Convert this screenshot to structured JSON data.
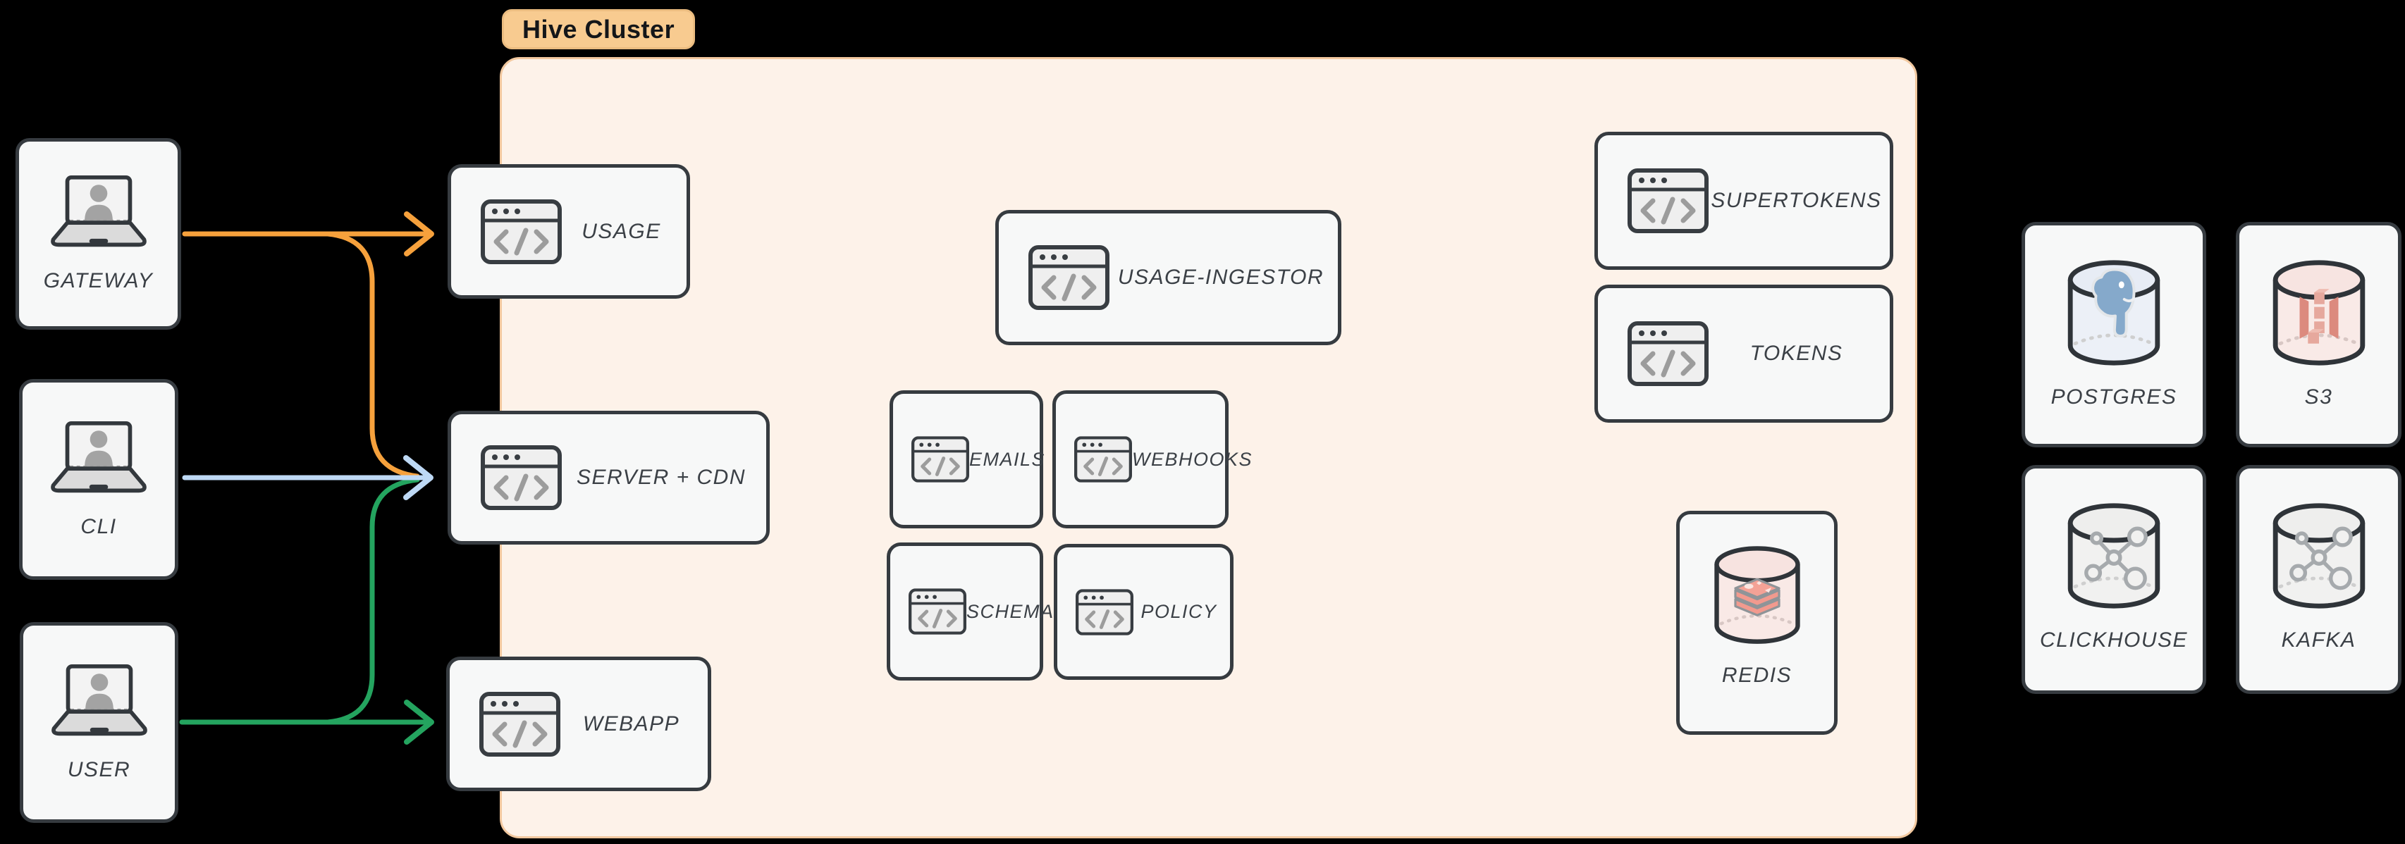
{
  "cluster": {
    "label": "Hive Cluster",
    "background": "#FDF2E9",
    "border_color": "#F2C89F",
    "tag_background": "#F8CB90",
    "tag_border": "#EBBC80"
  },
  "actors": {
    "gateway": {
      "label": "GATEWAY"
    },
    "cli": {
      "label": "CLI"
    },
    "user": {
      "label": "USER"
    }
  },
  "services": {
    "usage": {
      "label": "USAGE"
    },
    "server_cdn": {
      "label": "SERVER + CDN"
    },
    "webapp": {
      "label": "WEBAPP"
    },
    "usage_ingestor": {
      "label": "USAGE-INGESTOR"
    },
    "emails": {
      "label": "EMAILS"
    },
    "webhooks": {
      "label": "WEBHOOKS"
    },
    "schema": {
      "label": "SCHEMA"
    },
    "policy": {
      "label": "POLICY"
    },
    "supertokens": {
      "label": "SUPERTOKENS"
    },
    "tokens": {
      "label": "TOKENS"
    }
  },
  "databases": {
    "redis": {
      "label": "REDIS"
    },
    "postgres": {
      "label": "POSTGRES"
    },
    "s3": {
      "label": "S3"
    },
    "clickhouse": {
      "label": "CLICKHOUSE"
    },
    "kafka": {
      "label": "KAFKA"
    }
  },
  "edges": [
    {
      "from": "GATEWAY",
      "to": "USAGE",
      "color": "orange"
    },
    {
      "from": "GATEWAY",
      "to": "SERVER + CDN",
      "color": "orange"
    },
    {
      "from": "CLI",
      "to": "SERVER + CDN",
      "color": "blue"
    },
    {
      "from": "USER",
      "to": "SERVER + CDN",
      "color": "green"
    },
    {
      "from": "USER",
      "to": "WEBAPP",
      "color": "green"
    }
  ],
  "colors": {
    "orange": "#F6A13C",
    "blue": "#BED9F5",
    "green": "#24A45F",
    "node_border": "#363B40",
    "node_background": "#F7F8F8",
    "label_text": "#3B4046"
  }
}
